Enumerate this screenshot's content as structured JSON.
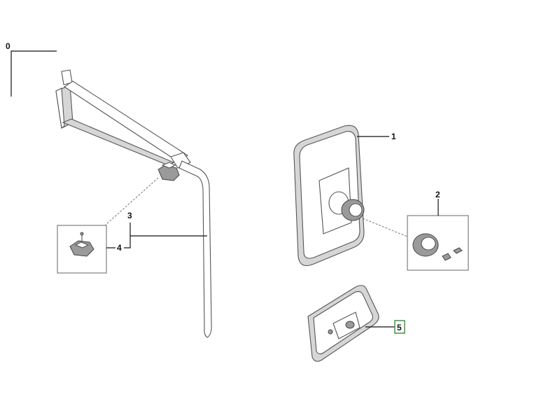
{
  "diagram": {
    "callouts": {
      "assembly": "0",
      "main_mirror": "1",
      "mount_cap": "2",
      "arm": "3",
      "knob": "4",
      "small_mirror": "5"
    },
    "highlighted_callout": "5",
    "colors": {
      "line": "#555555",
      "leader": "#111111",
      "highlight": "#3a9a3a"
    }
  }
}
